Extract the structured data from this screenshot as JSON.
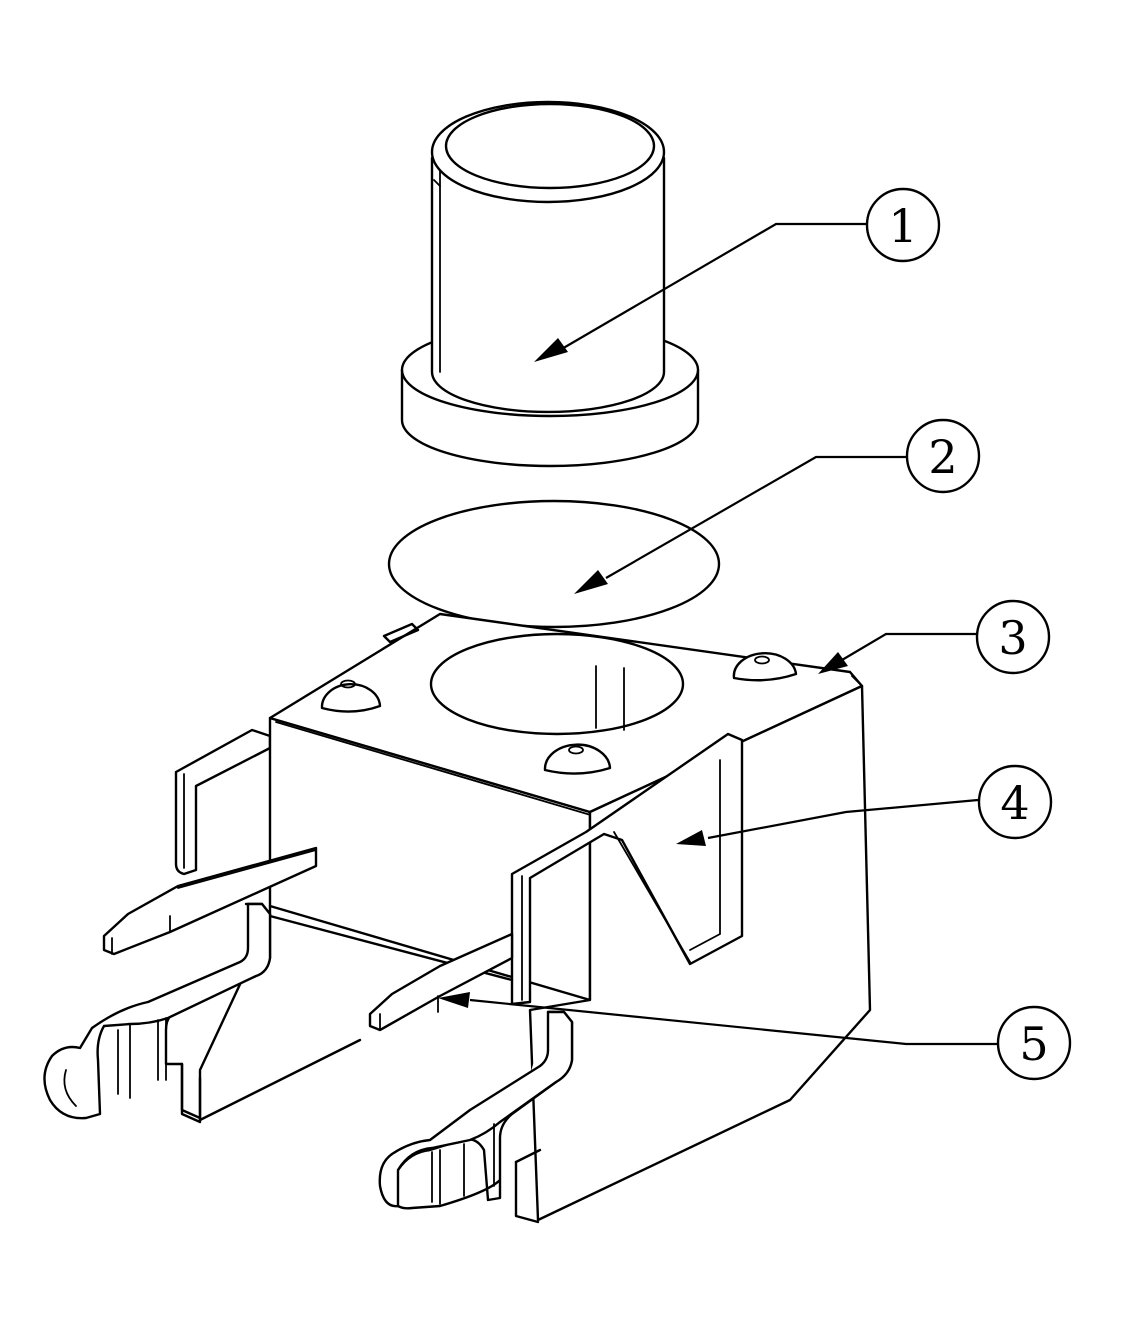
{
  "diagram": {
    "type": "exploded-assembly",
    "callouts": [
      {
        "id": "1",
        "label": "1",
        "part": "actuator-cap"
      },
      {
        "id": "2",
        "label": "2",
        "part": "contact-dome"
      },
      {
        "id": "3",
        "label": "3",
        "part": "housing-top"
      },
      {
        "id": "4",
        "label": "4",
        "part": "metal-bracket"
      },
      {
        "id": "5",
        "label": "5",
        "part": "terminal-pin"
      }
    ],
    "line_color": "#000000",
    "background": "#ffffff"
  }
}
